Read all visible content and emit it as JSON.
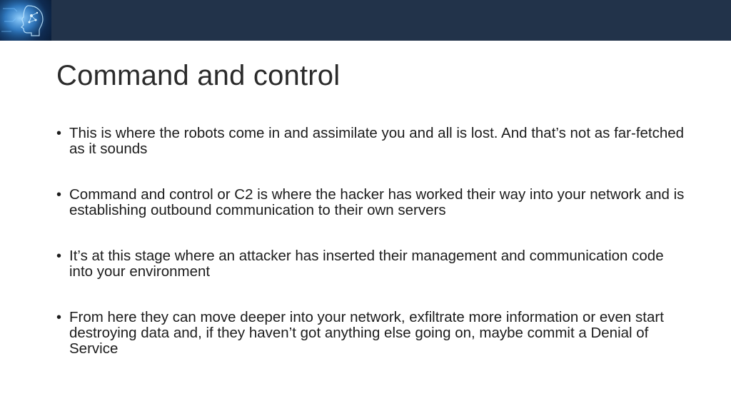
{
  "slide": {
    "title": "Command and control",
    "bullets": [
      {
        "text": "This is where the robots come in and assimilate you and all is lost. And that’s not as far-fetched as it sounds"
      },
      {
        "text": "Command and control or C2 is where the hacker has worked their way into your network and is establishing outbound communication to their own servers"
      },
      {
        "text": "It’s at this stage where an attacker has inserted their management and communication code into your environment"
      },
      {
        "text": "From here they can move deeper into your network, exfiltrate more information or even start destroying data and, if they haven’t got anything else going on, maybe commit a Denial of Service"
      }
    ],
    "bullet_glyph": "•"
  },
  "colors": {
    "header_bar": "#22334a",
    "title_text": "#2b2b2b",
    "body_text": "#1c1c1c",
    "background": "#ffffff"
  }
}
